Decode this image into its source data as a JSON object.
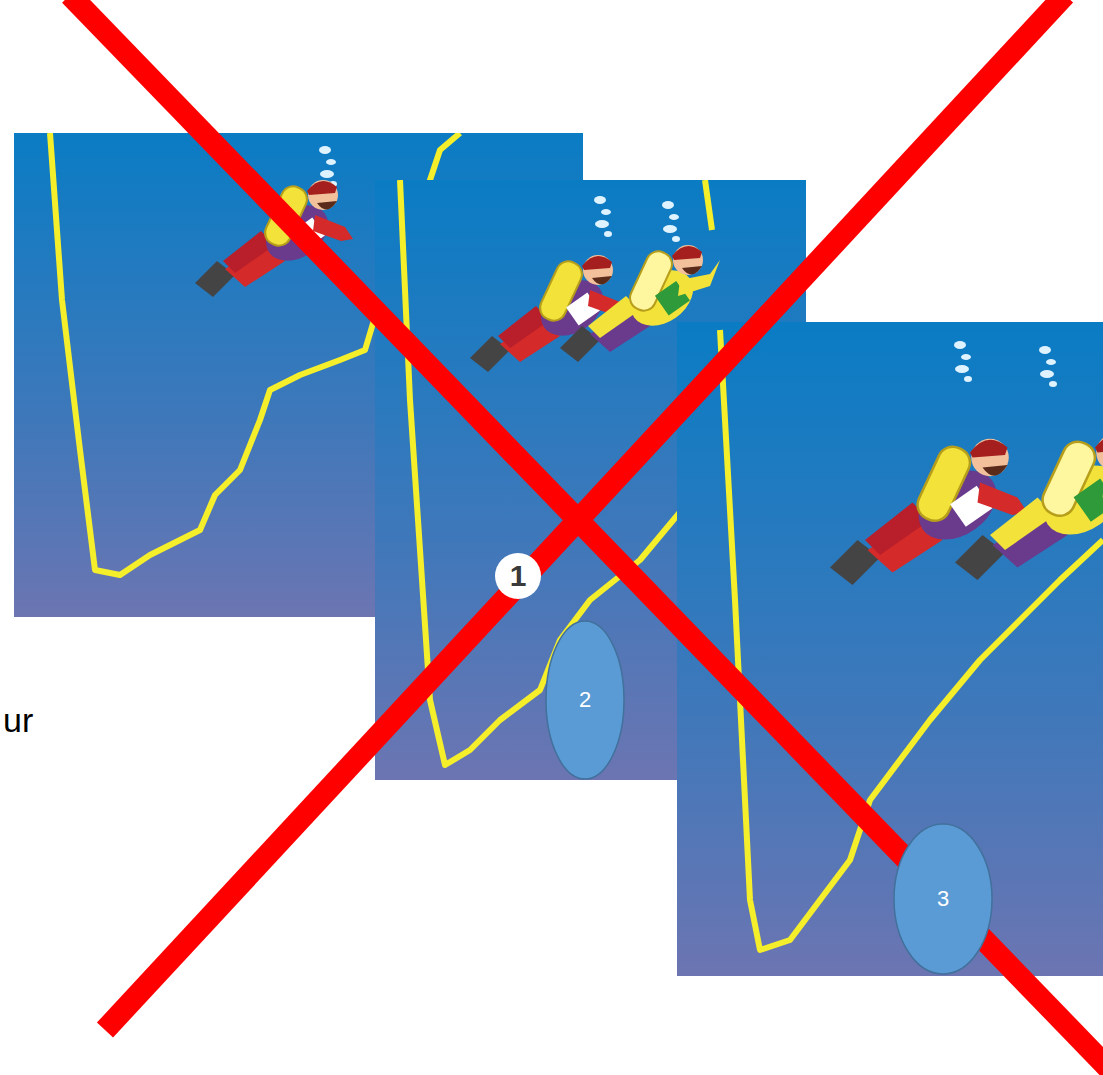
{
  "diagram": {
    "nodes": [
      {
        "text": [
          "1"
        ]
      },
      {
        "text": [
          "2"
        ]
      },
      {
        "text": [
          "3"
        ]
      }
    ],
    "labels": [
      "ur"
    ]
  }
}
